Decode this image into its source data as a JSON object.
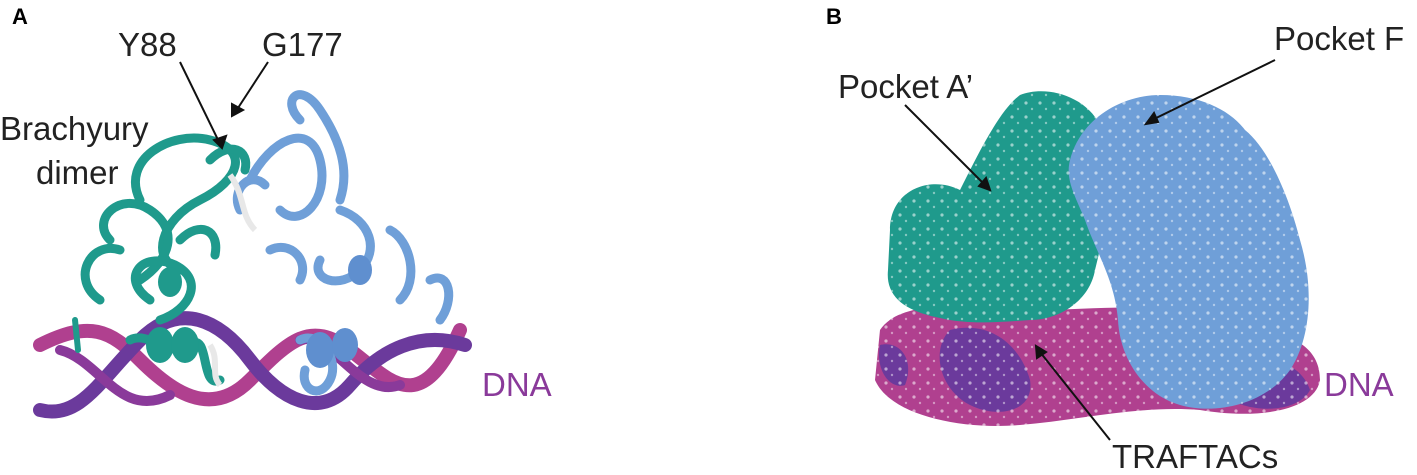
{
  "panel_a": {
    "letter": "A",
    "label_y88": "Y88",
    "label_g177": "G177",
    "label_brachyury_1": "Brachyury",
    "label_brachyury_2": "dimer",
    "label_dna": "DNA"
  },
  "panel_b": {
    "letter": "B",
    "label_pocket_f": "Pocket F",
    "label_pocket_a": "Pocket A’",
    "label_dna": "DNA",
    "label_traftacs": "TRAFTACs"
  },
  "colors": {
    "teal": "#1f9a8c",
    "blue": "#6f9fd8",
    "magenta": "#b0408f",
    "purple": "#6b3a9c",
    "dna_text": "#8a3a9a"
  }
}
